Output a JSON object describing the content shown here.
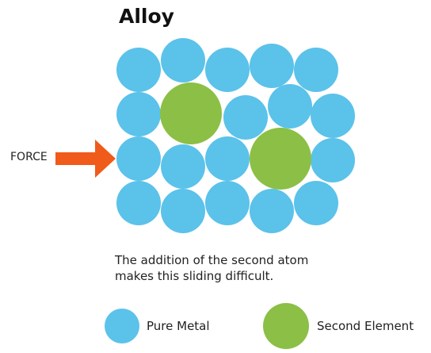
{
  "title": "Alloy",
  "force_label": "FORCE",
  "caption": {
    "line1": "The addition of the second atom",
    "line2": "makes this sliding difficult."
  },
  "legend": {
    "pure_metal": "Pure Metal",
    "second_element": "Second Element"
  },
  "colors": {
    "pure_metal": "#5bc2ea",
    "second_element": "#8cbf45",
    "arrow": "#f05a1a"
  }
}
